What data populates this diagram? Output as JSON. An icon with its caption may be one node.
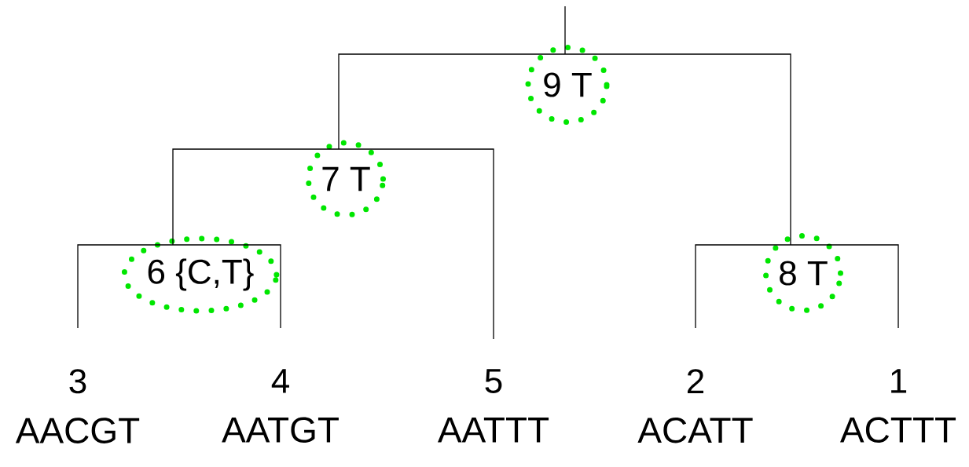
{
  "diagram": {
    "nodes": [
      {
        "text": [
          "9 T"
        ]
      },
      {
        "text": [
          "7 T"
        ]
      },
      {
        "text": [
          "6 {C,T}"
        ]
      },
      {
        "text": [
          "8 T"
        ]
      },
      {
        "text": [
          "3",
          "AACGT"
        ]
      },
      {
        "text": [
          "4",
          "AATGT"
        ]
      },
      {
        "text": [
          "5",
          "AATTT"
        ]
      },
      {
        "text": [
          "2",
          "ACATT"
        ]
      },
      {
        "text": [
          "1",
          "ACTTT"
        ]
      }
    ],
    "edges": [
      {
        "from": null,
        "to": 0,
        "arrow": "none"
      },
      {
        "from": 0,
        "to": 1,
        "arrow": "none"
      },
      {
        "from": 0,
        "to": 3,
        "arrow": "none"
      },
      {
        "from": 1,
        "to": 2,
        "arrow": "none"
      },
      {
        "from": 1,
        "to": 6,
        "arrow": "none"
      },
      {
        "from": 2,
        "to": 4,
        "arrow": "none"
      },
      {
        "from": 2,
        "to": 5,
        "arrow": "none"
      },
      {
        "from": 3,
        "to": 7,
        "arrow": "none"
      },
      {
        "from": 3,
        "to": 8,
        "arrow": "none"
      }
    ]
  }
}
